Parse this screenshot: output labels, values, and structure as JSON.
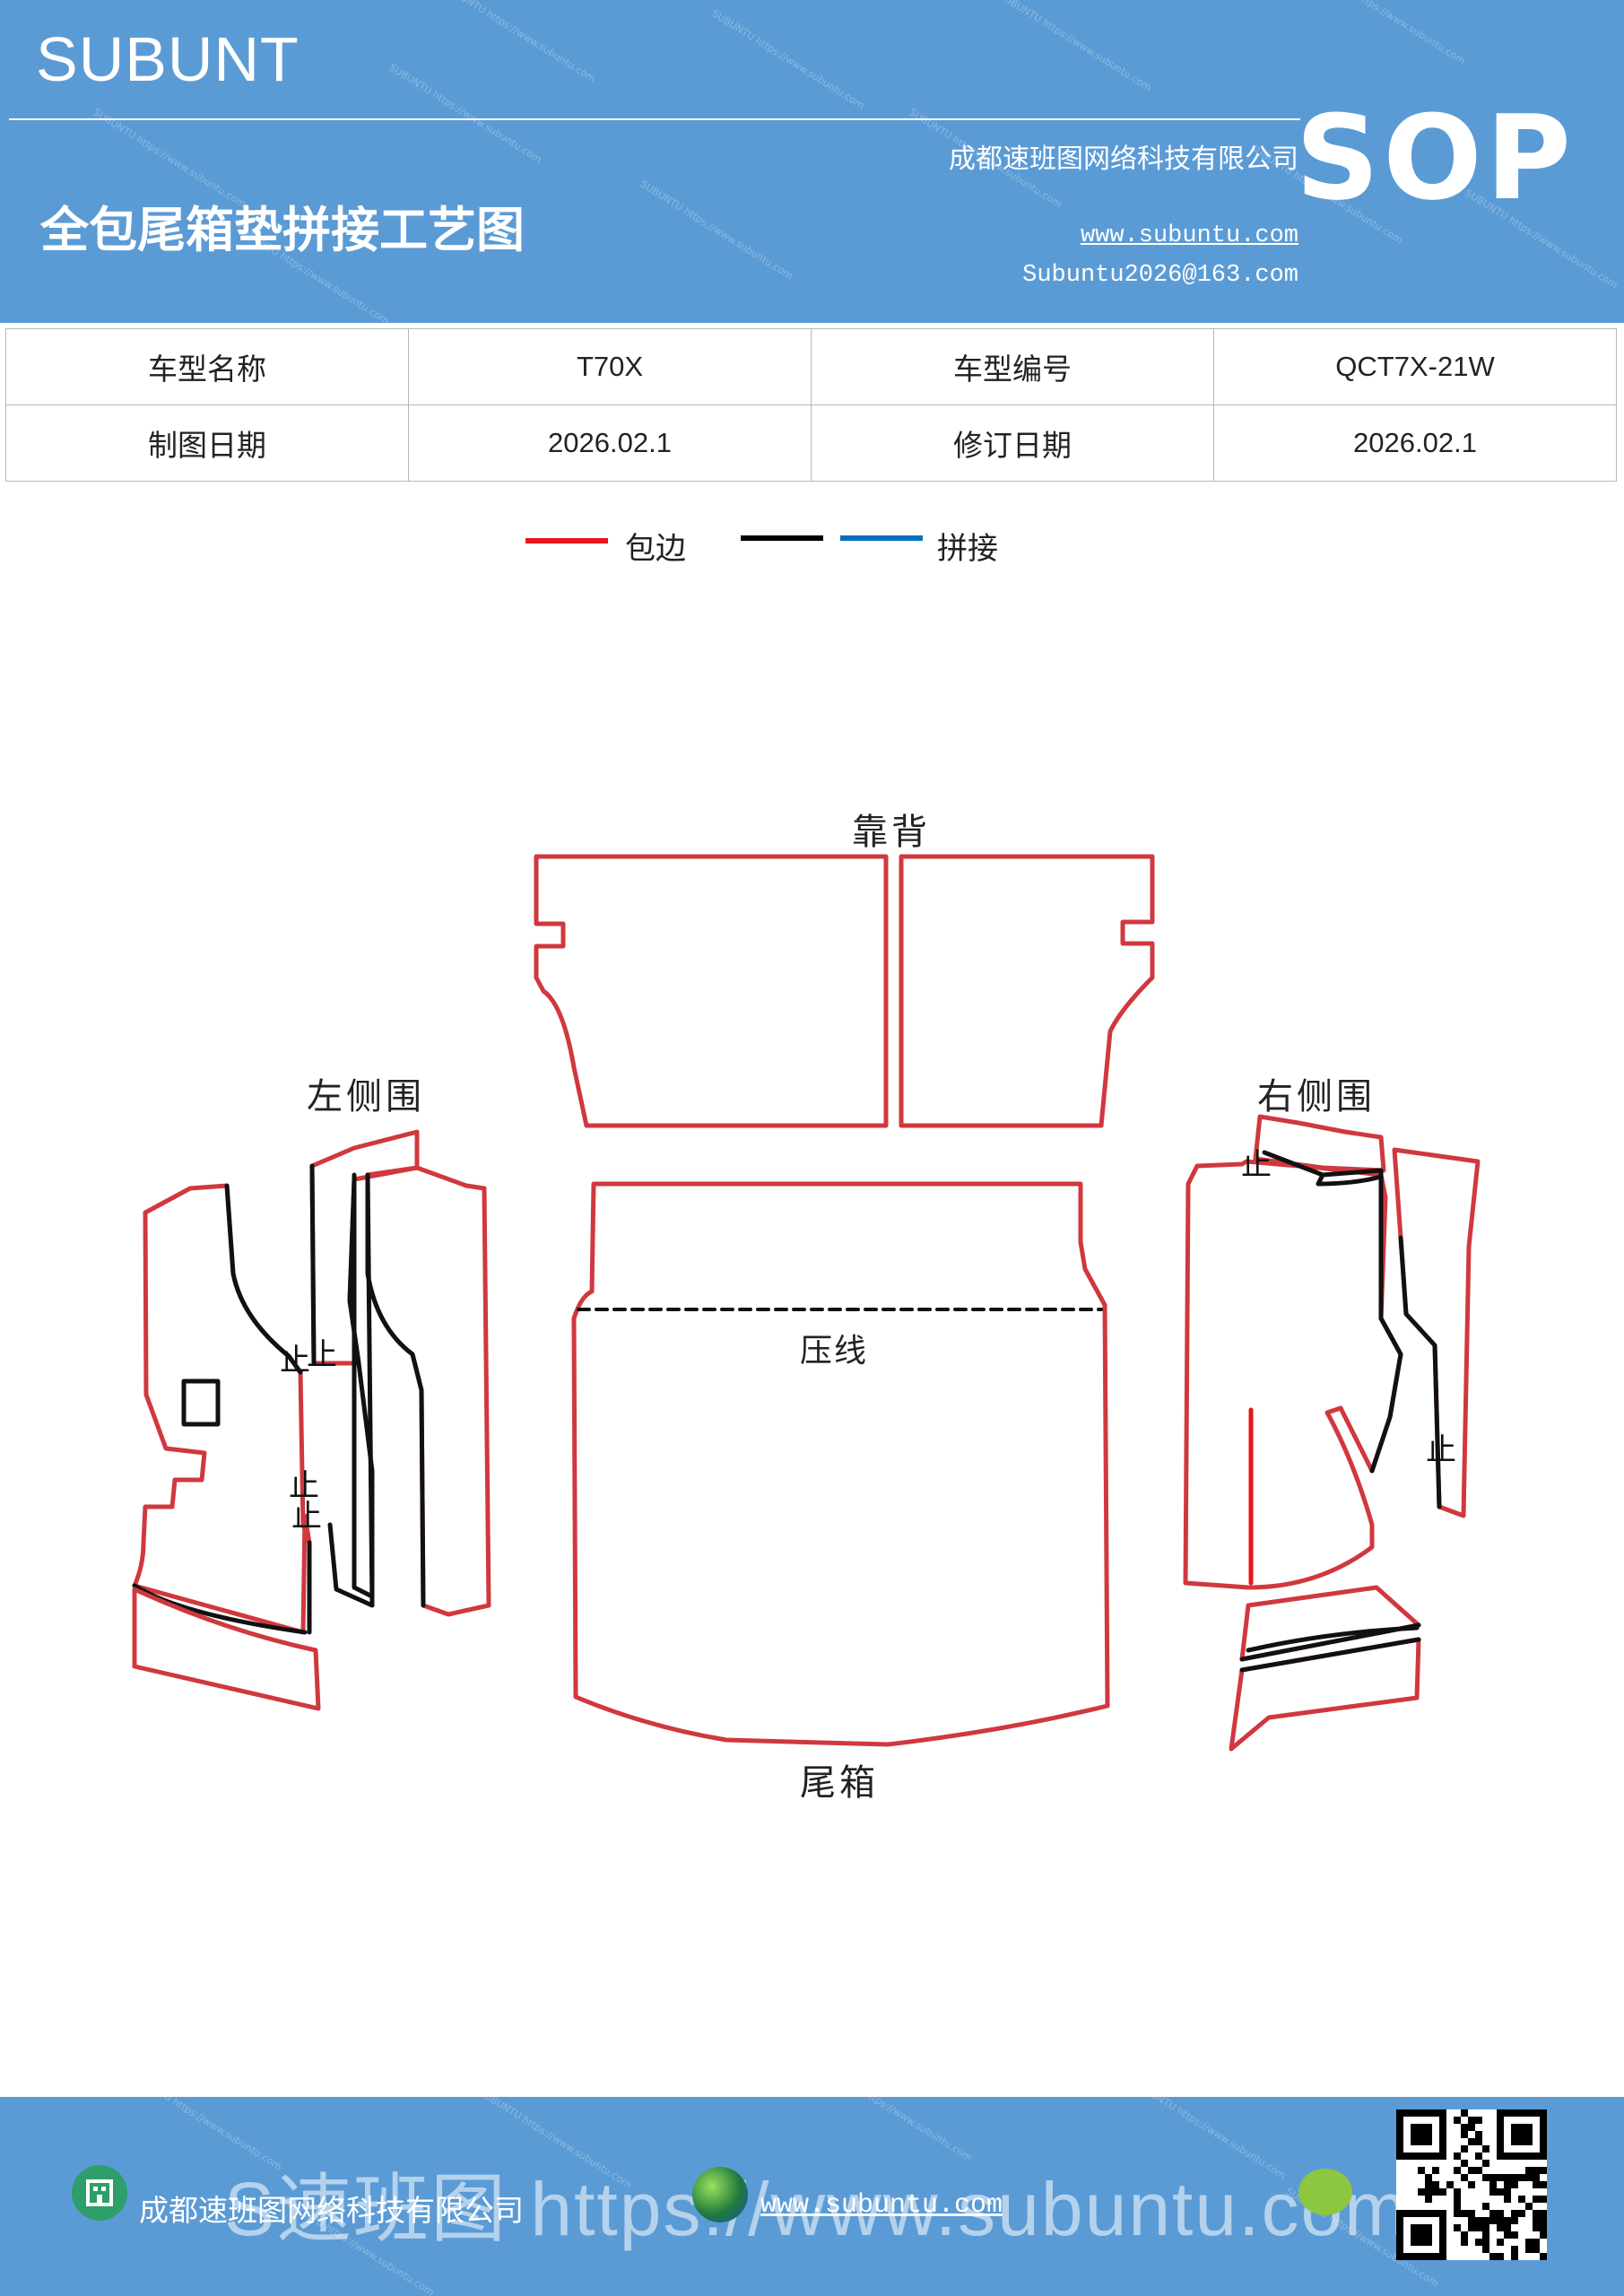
{
  "header": {
    "brand": "SUBUNT",
    "title": "全包尾箱垫拼接工艺图",
    "company": "成都速班图网络科技有限公司",
    "website": "www.subuntu.com",
    "email": "Subuntu2026@163.com",
    "badge": "SOP",
    "background_color": "#5b9bd5",
    "watermark_text": "SUBUNTU https://www.subuntu.com"
  },
  "info_table": {
    "rows": [
      [
        "车型名称",
        "T70X",
        "车型编号",
        "QCT7X-21W"
      ],
      [
        "制图日期",
        "2026.02.1",
        "修订日期",
        "2026.02.1"
      ]
    ]
  },
  "legend": {
    "items": [
      {
        "label": "包边",
        "color": "#e8151c"
      },
      {
        "label": "",
        "color": "#000000"
      },
      {
        "label": "拼接",
        "color": "#0070c0"
      }
    ]
  },
  "diagram": {
    "labels": {
      "backrest": "靠背",
      "left_side": "左侧围",
      "right_side": "右侧围",
      "trunk": "尾箱",
      "crease": "压线"
    },
    "stop_mark": "止",
    "edge_color": "#d0383e",
    "seam_color": "#111111"
  },
  "footer": {
    "company": "成都速班图网络科技有限公司",
    "website": "www.subuntu.com",
    "ghost_text": "S速班图 https://www.subuntu.com",
    "building-icon": "building-icon",
    "globe-icon": "globe-icon",
    "wechat-icon": "wechat-icon",
    "qr-code": "qr-code"
  }
}
